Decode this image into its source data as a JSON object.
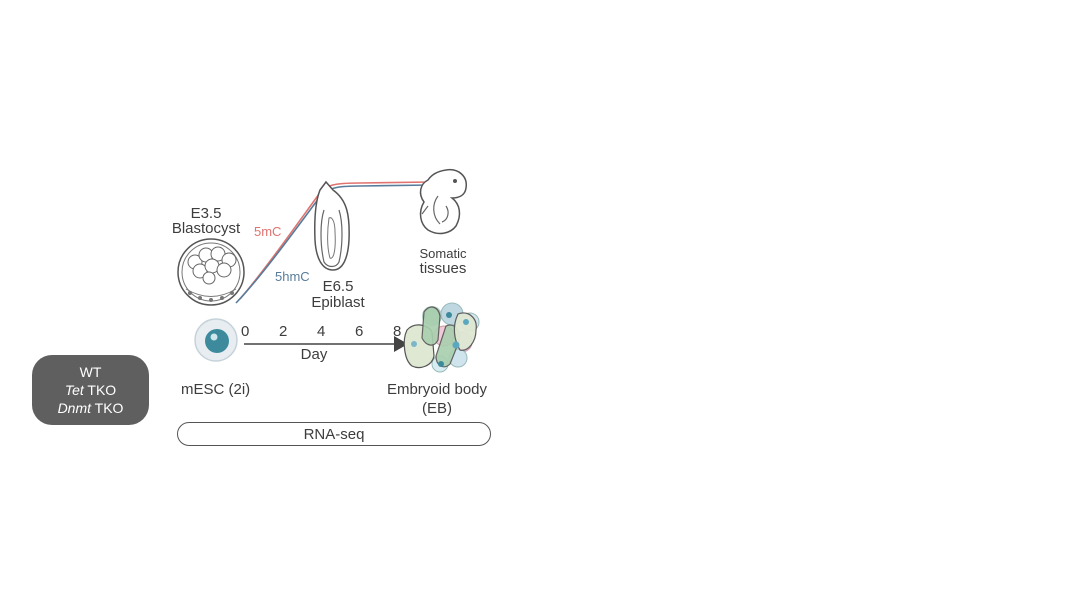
{
  "genotypes": {
    "wt": "WT",
    "tet_italic": "Tet",
    "tet_rest": " TKO",
    "dnmt_italic": "Dnmt",
    "dnmt_rest": " TKO"
  },
  "stages": {
    "blastocyst_day": "E3.5",
    "blastocyst_name": "Blastocyst",
    "epiblast_day": "E6.5",
    "epiblast_name": "Epiblast",
    "somatic_line1": "Somatic",
    "somatic_line2": "tissues"
  },
  "marks": {
    "mc5": "5mC",
    "hmc5": "5hmC",
    "mc5_color": "#e0736f",
    "hmc5_color": "#587c9c"
  },
  "timeline": {
    "ticks": [
      "0",
      "2",
      "4",
      "6",
      "8"
    ],
    "axis_label": "Day",
    "start_label": "mESC (2i)",
    "end_label_line1": "Embryoid body",
    "end_label_line2": "(EB)"
  },
  "assay": "RNA-seq"
}
